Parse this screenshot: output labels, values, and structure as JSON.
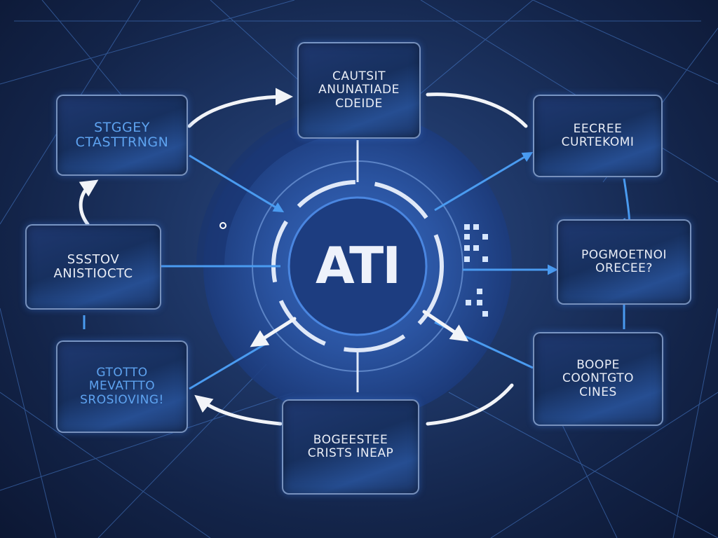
{
  "center": {
    "label": "ATI"
  },
  "nodes": {
    "top": {
      "lines": [
        "CAUTSIT",
        "ANUNATIADE",
        "CDEIDE"
      ]
    },
    "top_left": {
      "lines": [
        "STGGEY",
        "CTASTTRNGN"
      ]
    },
    "top_right": {
      "lines": [
        "EECREE",
        "CURTEKOMI"
      ]
    },
    "mid_left": {
      "lines": [
        "SSSTOV",
        "ANISTIOCTC"
      ]
    },
    "mid_right": {
      "lines": [
        "POGMOETNOI",
        "ORECEE?"
      ]
    },
    "bottom_left": {
      "lines": [
        "GTOTTO",
        "MEVATTTO",
        "SROSIOVING!"
      ]
    },
    "bottom": {
      "lines": [
        "BOGEESTEE",
        "CRISTS INEAP"
      ]
    },
    "bottom_right": {
      "lines": [
        "BOOPE",
        "COONTGTO",
        "CINES"
      ]
    }
  },
  "colors": {
    "background": "#132449",
    "node_border": "#96afd7",
    "accent_blue": "#4a9bf0",
    "arrow_white": "#f2f4f8",
    "text_blue": "#5ea3f0"
  }
}
